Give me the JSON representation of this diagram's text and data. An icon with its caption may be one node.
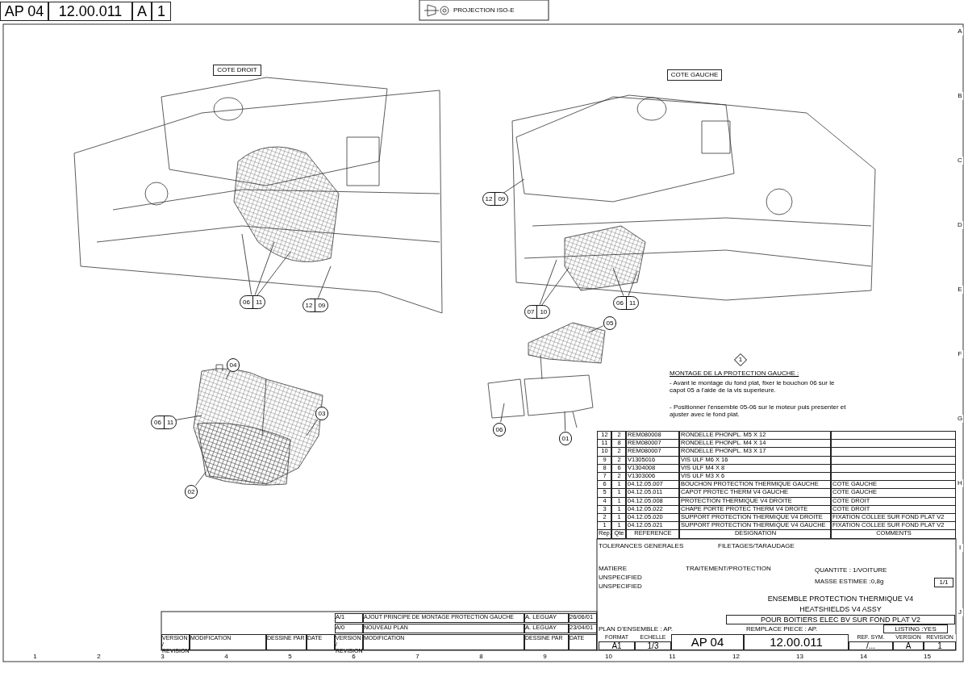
{
  "diagram": {
    "nodes": [
      {
        "text": [
          "06",
          "11"
        ]
      },
      {
        "text": [
          "12",
          "09"
        ]
      },
      {
        "text": [
          "12",
          "09"
        ]
      },
      {
        "text": [
          "07",
          "10"
        ]
      },
      {
        "text": [
          "06",
          "11"
        ]
      },
      {
        "text": [
          "04"
        ]
      },
      {
        "text": [
          "06",
          "11"
        ]
      },
      {
        "text": [
          "03"
        ]
      },
      {
        "text": [
          "02"
        ]
      },
      {
        "text": [
          "05"
        ]
      },
      {
        "text": [
          "06"
        ]
      },
      {
        "text": [
          "01"
        ]
      }
    ],
    "edges": [
      {
        "from": 0,
        "to": null,
        "arrow": "none"
      },
      {
        "from": 0,
        "to": null,
        "arrow": "none"
      },
      {
        "from": 0,
        "to": null,
        "arrow": "none"
      },
      {
        "from": 1,
        "to": null,
        "arrow": "none"
      },
      {
        "from": 2,
        "to": null,
        "arrow": "none"
      },
      {
        "from": 3,
        "to": null,
        "arrow": "none"
      },
      {
        "from": 3,
        "to": null,
        "arrow": "none"
      },
      {
        "from": 4,
        "to": null,
        "arrow": "none"
      },
      {
        "from": 4,
        "to": null,
        "arrow": "none"
      },
      {
        "from": 5,
        "to": null,
        "arrow": "none"
      },
      {
        "from": 6,
        "to": null,
        "arrow": "none"
      },
      {
        "from": 7,
        "to": null,
        "arrow": "none"
      },
      {
        "from": 8,
        "to": null,
        "arrow": "none"
      },
      {
        "from": 9,
        "to": null,
        "arrow": "none"
      },
      {
        "from": 10,
        "to": null,
        "arrow": "none"
      },
      {
        "from": 11,
        "to": null,
        "arrow": "none"
      }
    ],
    "labels": [
      "AP 04",
      "12.00.011",
      "A",
      "1",
      "PROJECTION ISO-E",
      "COTE DROIT",
      "COTE GAUCHE",
      "1",
      "MONTAGE DE LA PROTECTION GAUCHE :",
      "- Avant le montage du fond plat, fixer le bouchon 06 sur le capot 05 a l'aide de la vis superieure.",
      "- Positionner l'ensemble 05-06 sur le moteur puis presenter et ajuster avec le fond plat.",
      "12",
      "2",
      "REM080008",
      "RONDELLE PHONPL. M5 X 12",
      "11",
      "8",
      "REM080007",
      "RONDELLE PHONPL. M4 X 14",
      "10",
      "2",
      "REM080007",
      "RONDELLE PHONPL. M3 X 17",
      "9",
      "2",
      "V1305016",
      "VIS ULF M6 X 16",
      "8",
      "6",
      "V1304008",
      "VIS ULF M4 X 8",
      "7",
      "2",
      "V1303006",
      "VIS ULF M3 X 6",
      "6",
      "1",
      "04.12.05.007",
      "BOUCHON PROTECTION THERMIQUE GAUCHE",
      "COTE GAUCHE",
      "5",
      "1",
      "04.12.05.011",
      "CAPOT PROTEC THERM V4 GAUCHE",
      "COTE GAUCHE",
      "4",
      "1",
      "04.12.05.008",
      "PROTECTION THERMIQUE V4 DROITE",
      "COTE DROIT",
      "3",
      "1",
      "04.12.05.022",
      "CHAPE PORTE PROTEC THERM V4 DROITE",
      "COTE DROIT",
      "2",
      "1",
      "04.12.05.020",
      "SUPPORT PROTECTION THERMIQUE V4 DROITE",
      "FIXATION COLLEE SUR FOND PLAT V2",
      "1",
      "1",
      "04.12.05.021",
      "SUPPORT PROTECTION THERMIQUE V4 GAUCHE",
      "FIXATION COLLEE SUR FOND PLAT V2",
      "Rep.",
      "Qte",
      "REFERENCE",
      "DESIGNATION",
      "COMMENTS",
      "TOLERANCES GENERALES",
      "FILETAGES/TARAUDAGE",
      "MATIERE",
      "UNSPECIFIED",
      "UNSPECIFIED",
      "TRAITEMENT/PROTECTION",
      "QUANTITE : 1/VOITURE",
      "MASSE ESTIMEE :0,8g",
      "1/1",
      "ENSEMBLE PROTECTION THERMIQUE V4",
      "HEATSHIELDS V4 ASSY",
      "POUR BOITIERS ELEC BV SUR FOND PLAT V2",
      "REMPLACE PIECE : AP.",
      "LISTING :YES",
      "FORMAT",
      "ECHELLE",
      "A1",
      "1/3",
      "AP 04",
      "12.00.011",
      "REF. SYM.",
      "/...",
      "VERSION",
      "REVISION",
      "A",
      "1",
      "A/1",
      "AJOUT PRINCIPE DE MONTAGE PROTECTION GAUCHE",
      "A. LEGUAY",
      "26/06/01",
      "A/0",
      "NOUVEAU PLAN",
      "A. LEGUAY",
      "23/04/01",
      "VERSION / REVISION",
      "MODIFICATION",
      "DESSINE PAR",
      "DATE",
      "VERSION / REVISION",
      "MODIFICATION",
      "DESSINE PAR",
      "DATE",
      "1",
      "2",
      "3",
      "4",
      "5",
      "6",
      "7",
      "8",
      "9",
      "10",
      "11",
      "12",
      "13",
      "14",
      "15",
      "A",
      "B",
      "C",
      "D",
      "E",
      "F",
      "G",
      "H",
      "I",
      "J",
      "PLAN D'ENSEMBLE : AP."
    ]
  }
}
